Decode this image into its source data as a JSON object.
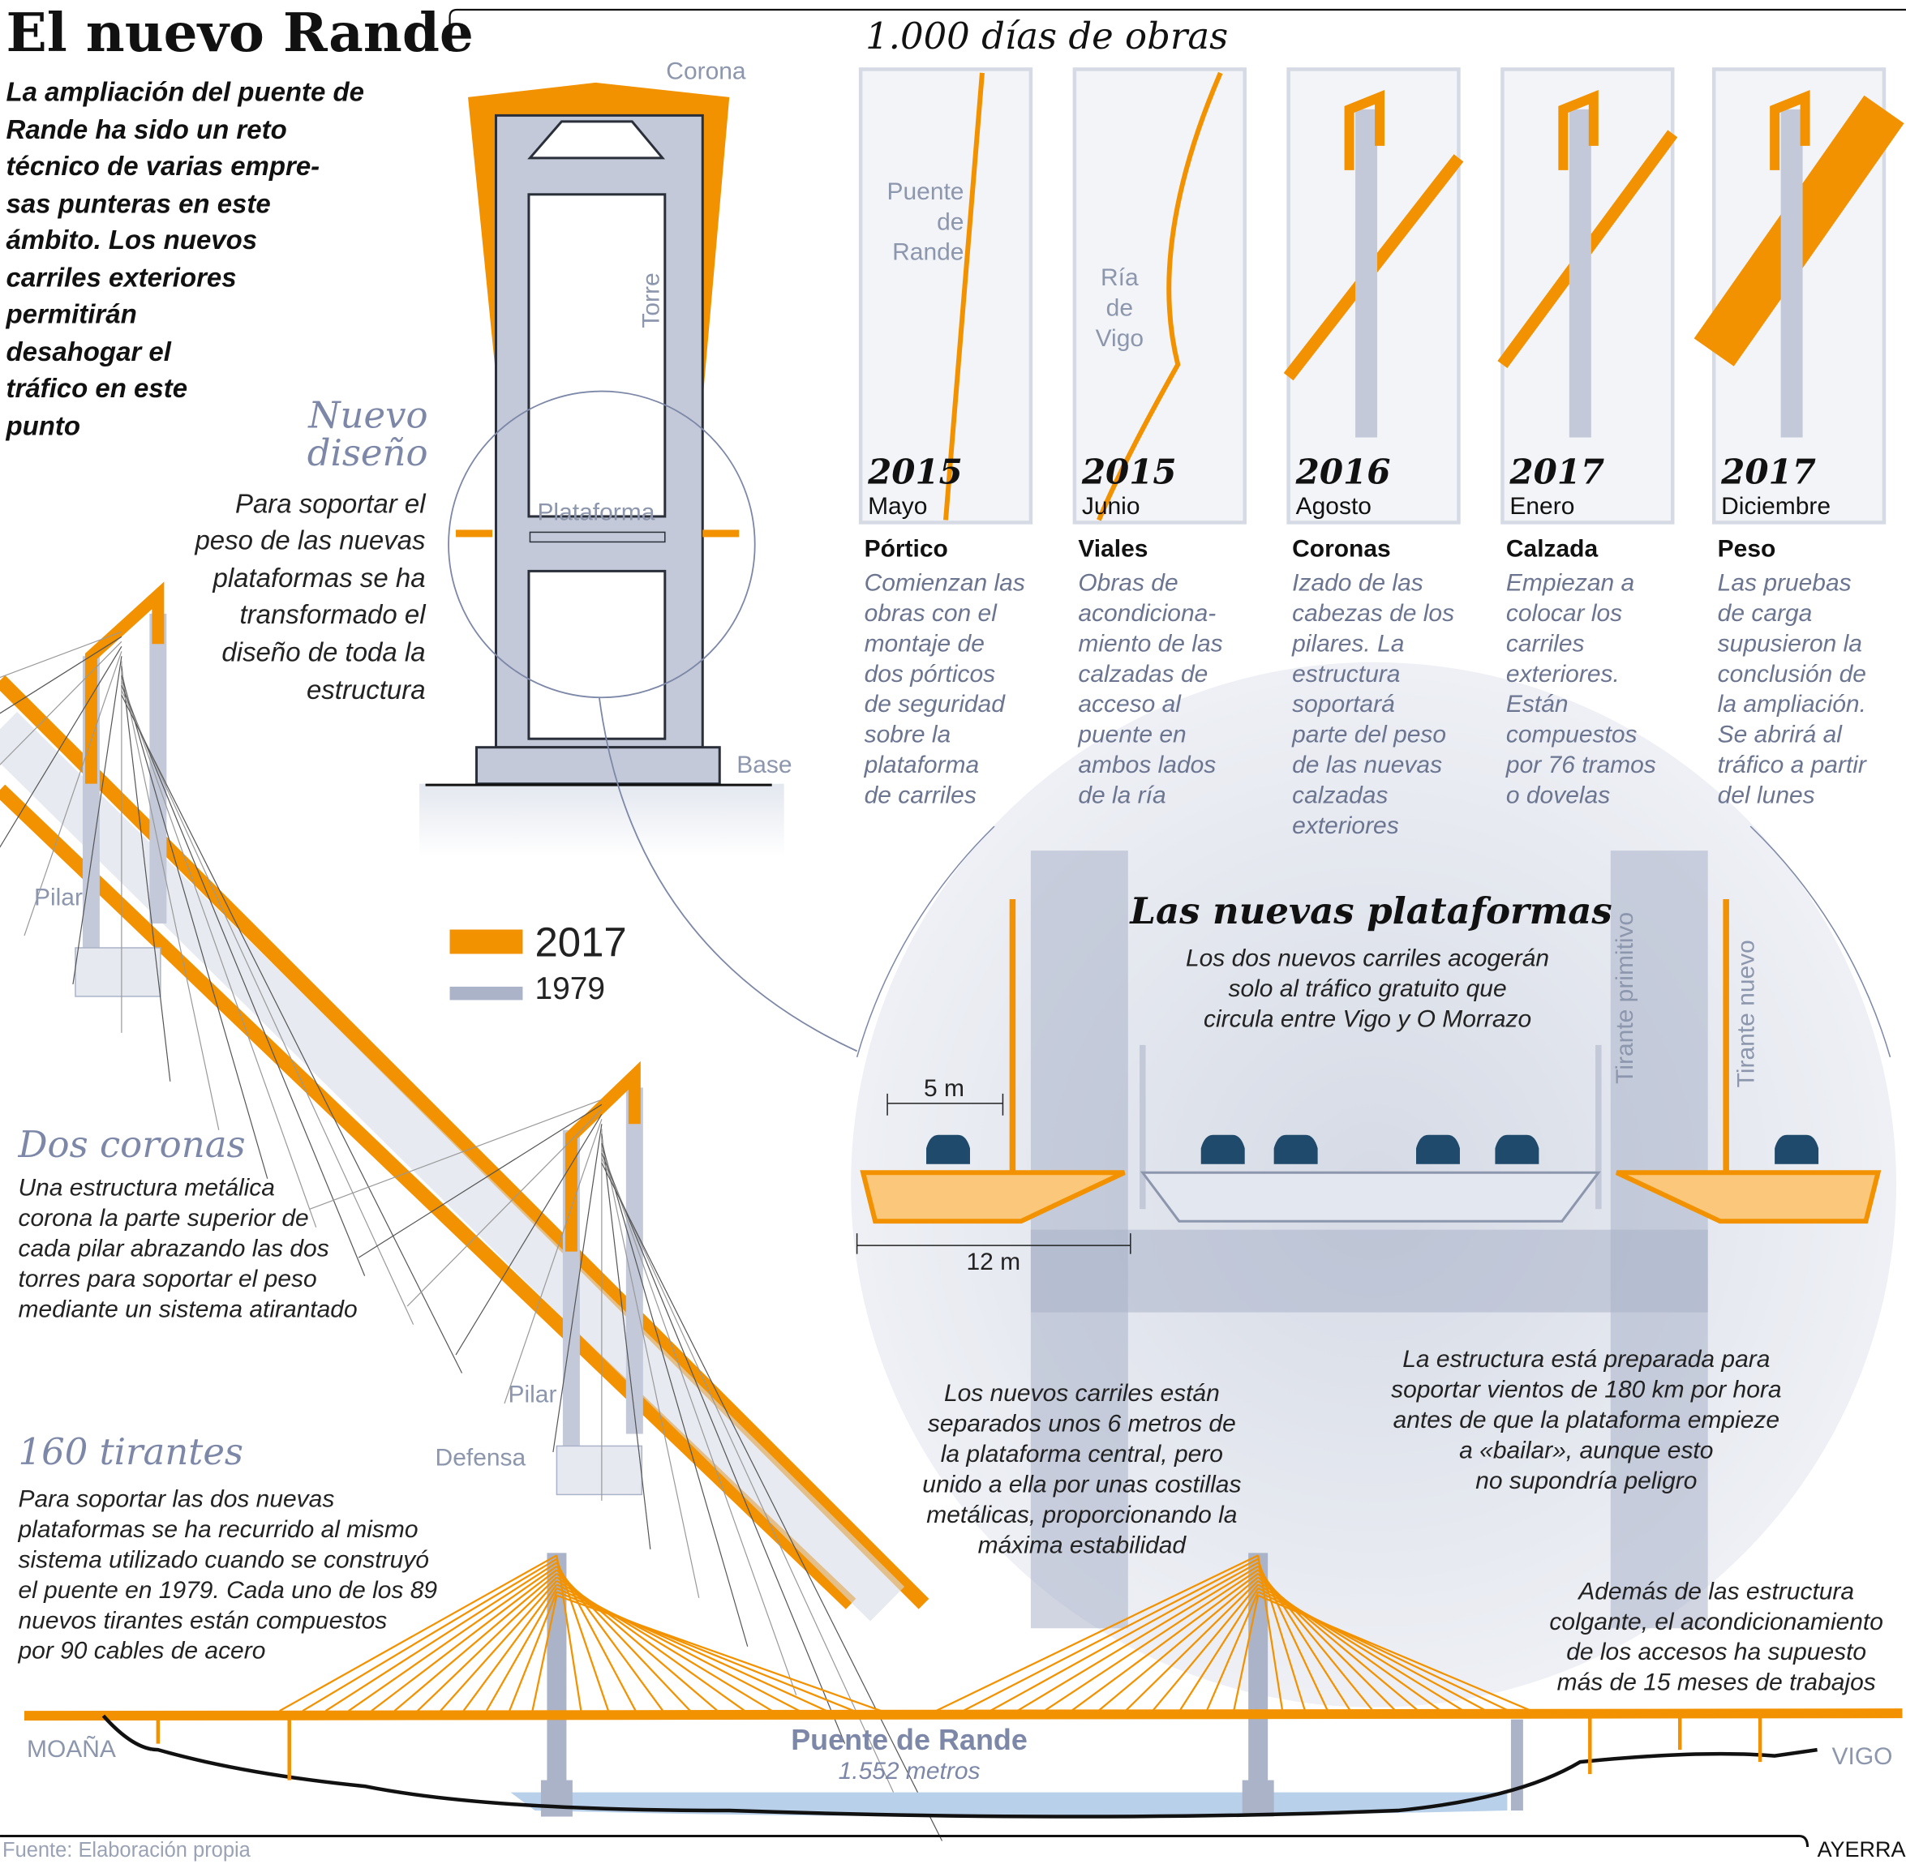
{
  "title": "El nuevo Rande",
  "intro": [
    "La ampliación del puente de",
    "Rande ha sido un reto",
    "técnico de varias empre-",
    "sas punteras en este",
    "ámbito. Los nuevos",
    "carriles exteriores",
    "permitirán",
    "desahogar el",
    "tráfico en este",
    "punto"
  ],
  "tower": {
    "corona": "Corona",
    "torre": "Torre",
    "plataforma": "Plataforma",
    "base": "Base"
  },
  "nuevo_diseno": {
    "title": [
      "Nuevo",
      "diseño"
    ],
    "text": [
      "Para soportar el",
      "peso de las nuevas",
      "plataformas se ha",
      "transformado el",
      "diseño de toda la",
      "estructura"
    ]
  },
  "legend": [
    {
      "label": "2017",
      "color": "#f39200"
    },
    {
      "label": "1979",
      "color": "#aab3c8"
    }
  ],
  "timeline": {
    "title": "1.000 días de obras",
    "steps": [
      {
        "year": "2015",
        "month": "Mayo",
        "heading": "Pórtico",
        "map_labels": [
          "Puente",
          "de",
          "Rande"
        ],
        "text": [
          "Comienzan las",
          "obras con el",
          "montaje de",
          "dos pórticos",
          "de seguridad",
          "sobre la",
          "plataforma",
          "de carriles"
        ]
      },
      {
        "year": "2015",
        "month": "Junio",
        "heading": "Viales",
        "map_labels": [
          "Ría",
          "de",
          "Vigo"
        ],
        "text": [
          "Obras de",
          "acondiciona-",
          "miento de las",
          "calzadas de",
          "acceso al",
          "puente en",
          "ambos lados",
          "de la ría"
        ]
      },
      {
        "year": "2016",
        "month": "Agosto",
        "heading": "Coronas",
        "text": [
          "Izado de las",
          "cabezas de los",
          "pilares. La",
          "estructura",
          "soportará",
          "parte del peso",
          "de las nuevas",
          "calzadas",
          "exteriores"
        ]
      },
      {
        "year": "2017",
        "month": "Enero",
        "heading": "Calzada",
        "text": [
          "Empiezan a",
          "colocar los",
          "carriles",
          "exteriores.",
          "Están",
          "compuestos",
          "por 76 tramos",
          "o dovelas"
        ]
      },
      {
        "year": "2017",
        "month": "Diciembre",
        "heading": "Peso",
        "text": [
          "Las pruebas",
          "de carga",
          "supusieron la",
          "conclusión de",
          "la ampliación.",
          "Se abrirá al",
          "tráfico a partir",
          "del lunes"
        ]
      }
    ]
  },
  "plataformas": {
    "title": "Las nuevas plataformas",
    "subtitle": [
      "Los dos nuevos carriles acogerán",
      "solo al tráfico gratuito que",
      "circula entre Vigo y O Morrazo"
    ],
    "dim_5": "5 m",
    "dim_12": "12 m",
    "tirante_primitivo": "Tirante primitivo",
    "tirante_nuevo": "Tirante nuevo",
    "note_center": [
      "Los nuevos carriles están",
      "separados unos 6 metros de",
      "la plataforma central, pero",
      "unido a ella por unas costillas",
      "metálicas, proporcionando la",
      "máxima estabilidad"
    ],
    "note_right": [
      "La estructura está preparada para",
      "soportar vientos de 180 km por hora",
      "antes de que la plataforma empieze",
      "a «bailar», aunque esto",
      "no supondría peligro"
    ],
    "note_bottom": [
      "Además de las estructura",
      "colgante, el acondicionamiento",
      "de los accesos ha supuesto",
      "más de 15 meses de trabajos"
    ]
  },
  "left": {
    "pilar": "Pilar",
    "pilar2": "Pilar",
    "defensa": "Defensa",
    "coronas_title": "Dos coronas",
    "coronas_text": [
      "Una estructura metálica",
      "corona la parte superior de",
      "cada pilar abrazando las dos",
      "torres para soportar el peso",
      "mediante un sistema atirantado"
    ],
    "tirantes_title": "160 tirantes",
    "tirantes_text": [
      "Para soportar las dos nuevas",
      "plataformas se ha recurrido al mismo",
      "sistema utilizado cuando se construyó",
      "el puente en 1979. Cada uno de los 89",
      "nuevos tirantes están compuestos",
      "por 90 cables de acero"
    ]
  },
  "profile": {
    "left": "MOAÑA",
    "right": "VIGO",
    "name": "Puente de Rande",
    "length": "1.552 metros"
  },
  "footer": {
    "source": "Fuente: Elaboración propia",
    "author": "AYERRA"
  },
  "colors": {
    "orange": "#f39200",
    "grey": "#aab3c8",
    "text_grey": "#6b7590",
    "title_blue": "#7d88a8",
    "car": "#1f4a6b"
  }
}
